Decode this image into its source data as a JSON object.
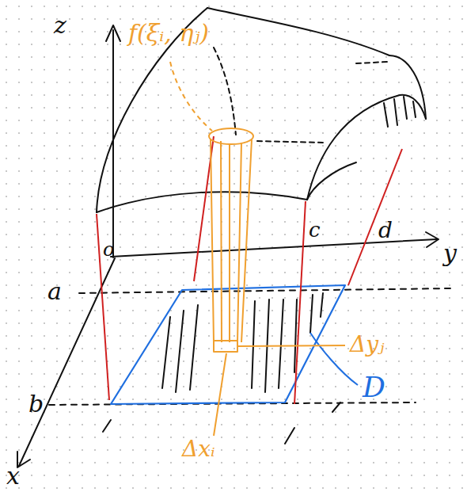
{
  "diagram": {
    "labels": [
      "z",
      "f(ξᵢ, ηⱼ)",
      "o",
      "c",
      "d",
      "y",
      "a",
      "Δyⱼ",
      "b",
      "D",
      "Δxᵢ",
      "x"
    ]
  }
}
